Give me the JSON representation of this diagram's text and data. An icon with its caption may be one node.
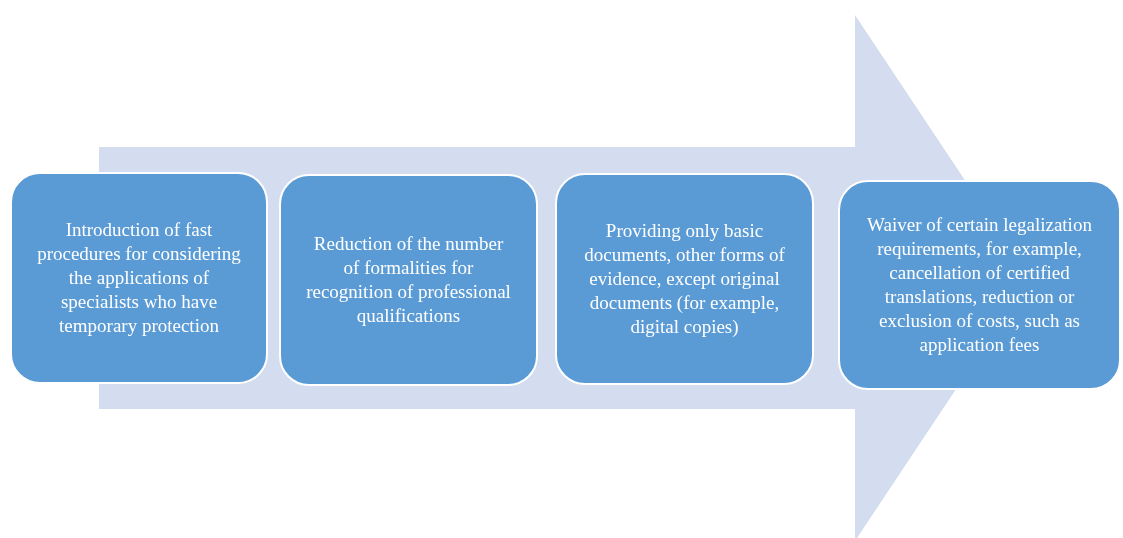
{
  "diagram": {
    "nodes": [
      {
        "text": [
          "Introduction of fast procedures for considering the applications of specialists who have temporary protection"
        ]
      },
      {
        "text": [
          "Reduction of the number of formalities for recognition of professional qualifications"
        ]
      },
      {
        "text": [
          "Providing only basic documents, other forms of evidence, except original documents (for example, digital copies)"
        ]
      },
      {
        "text": [
          "Waiver of certain legalization requirements, for example, cancellation of certified translations, reduction or exclusion of costs, such as application fees"
        ]
      }
    ],
    "edges": [
      {
        "from": 0,
        "to": 3,
        "arrow": "to"
      }
    ]
  }
}
